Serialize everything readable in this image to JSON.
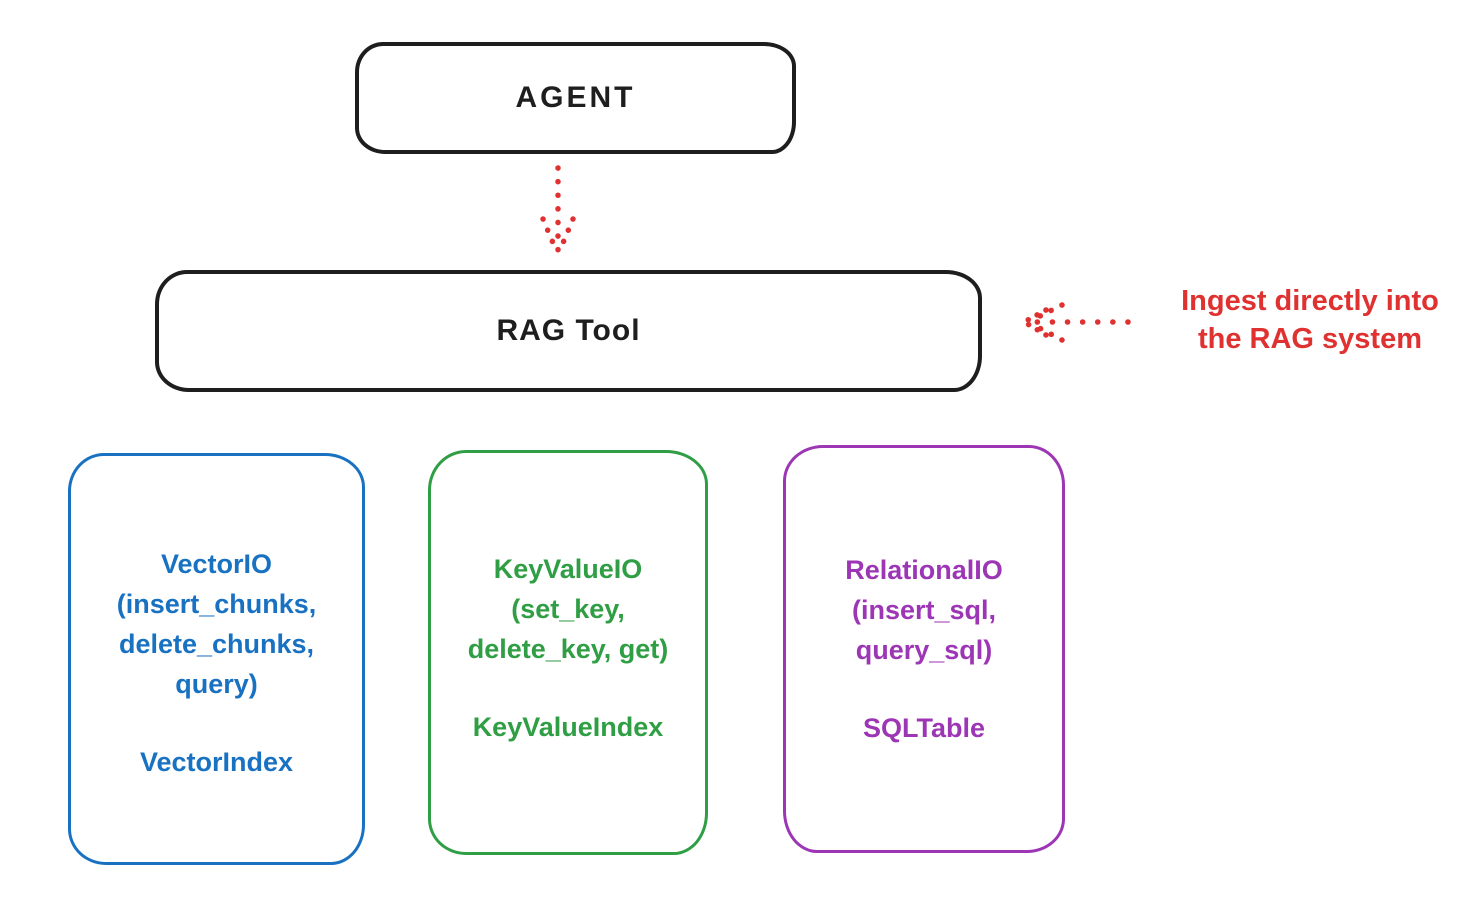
{
  "colors": {
    "background": "#ffffff",
    "black": "#1e1e1e",
    "blue": "#1971c2",
    "green": "#2f9e44",
    "purple": "#9c36b5",
    "red": "#e03131"
  },
  "nodes": {
    "agent": {
      "label": "AGENT"
    },
    "rag_tool": {
      "label": "RAG Tool"
    },
    "vector_io": {
      "lines": [
        "VectorIO",
        "(insert_chunks,",
        "delete_chunks,",
        "query)"
      ],
      "footer": "VectorIndex",
      "color": "#1971c2"
    },
    "key_value_io": {
      "lines": [
        "KeyValueIO",
        "(set_key,",
        "delete_key, get)"
      ],
      "footer": "KeyValueIndex",
      "color": "#2f9e44"
    },
    "relational_io": {
      "lines": [
        "RelationalIO",
        "(insert_sql,",
        "query_sql)"
      ],
      "footer": "SQLTable",
      "color": "#9c36b5"
    }
  },
  "annotation": {
    "lines": [
      "Ingest directly into",
      "the RAG system"
    ],
    "color": "#e03131"
  },
  "arrows": [
    {
      "name": "agent-to-rag-tool",
      "style": "dotted",
      "color": "#e03131",
      "direction": "down"
    },
    {
      "name": "annotation-to-rag-tool",
      "style": "dotted",
      "color": "#e03131",
      "direction": "left"
    }
  ]
}
